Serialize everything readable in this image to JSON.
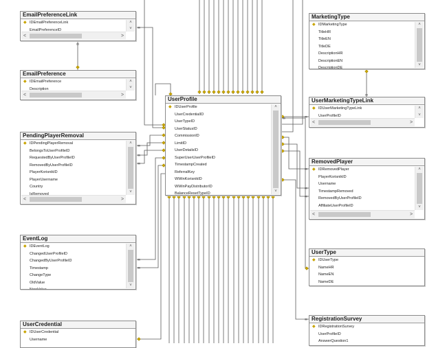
{
  "colors": {
    "connector": "#5a5a5a",
    "key_marker": "#c8a400",
    "header_bg": "#f4f4f4",
    "border": "#8a8a8a"
  },
  "tables": [
    {
      "id": "email-preference-link",
      "name": "EmailPreferenceLink",
      "columns": [
        {
          "name": "IDEmailPreferenceLink",
          "key": true
        },
        {
          "name": "EmailPreferenceID",
          "key": false
        }
      ]
    },
    {
      "id": "email-preference",
      "name": "EmailPreference",
      "columns": [
        {
          "name": "IDEmailPreference",
          "key": true
        },
        {
          "name": "Description",
          "key": false
        }
      ]
    },
    {
      "id": "pending-player-removal",
      "name": "PendingPlayerRemoval",
      "columns": [
        {
          "name": "IDPendingPlayerRemoval",
          "key": true
        },
        {
          "name": "BelongsToUserProfileID",
          "key": false
        },
        {
          "name": "RequestedByUserProfileID",
          "key": false
        },
        {
          "name": "RemovedByUserProfileID",
          "key": false
        },
        {
          "name": "PlayerKorisnikID",
          "key": false
        },
        {
          "name": "PlayerUsername",
          "key": false
        },
        {
          "name": "Country",
          "key": false
        },
        {
          "name": "IsRemoved",
          "key": false
        }
      ]
    },
    {
      "id": "event-log",
      "name": "EventLog",
      "columns": [
        {
          "name": "IDEventLog",
          "key": true
        },
        {
          "name": "ChangedUserProfileID",
          "key": false
        },
        {
          "name": "ChangedByUserProfileID",
          "key": false
        },
        {
          "name": "Timestamp",
          "key": false
        },
        {
          "name": "ChangeType",
          "key": false
        },
        {
          "name": "OldValue",
          "key": false
        },
        {
          "name": "NewValue",
          "key": false
        }
      ]
    },
    {
      "id": "user-credential",
      "name": "UserCredential",
      "columns": [
        {
          "name": "IDUserCredential",
          "key": true
        },
        {
          "name": "Username",
          "key": false
        },
        {
          "name": "",
          "key": false
        }
      ]
    },
    {
      "id": "user-profile",
      "name": "UserProfile",
      "columns": [
        {
          "name": "IDUserProfile",
          "key": true
        },
        {
          "name": "UserCredentialID",
          "key": false
        },
        {
          "name": "UserTypeID",
          "key": false
        },
        {
          "name": "UserStatusID",
          "key": false
        },
        {
          "name": "CommissionID",
          "key": false
        },
        {
          "name": "LimitID",
          "key": false
        },
        {
          "name": "UserDetailsID",
          "key": false
        },
        {
          "name": "SuperUserUserProfileID",
          "key": false
        },
        {
          "name": "TimestampCreated",
          "key": false
        },
        {
          "name": "ReferralKey",
          "key": false
        },
        {
          "name": "WWinKorisnikID",
          "key": false
        },
        {
          "name": "WWinPayDistributorID",
          "key": false
        },
        {
          "name": "BalanceResetTypeID",
          "key": false
        }
      ]
    },
    {
      "id": "marketing-type",
      "name": "MarketingType",
      "columns": [
        {
          "name": "IDMarketingType",
          "key": true
        },
        {
          "name": "TitleHR",
          "key": false
        },
        {
          "name": "TitleEN",
          "key": false
        },
        {
          "name": "TitleDE",
          "key": false
        },
        {
          "name": "DescriptionHR",
          "key": false
        },
        {
          "name": "DescriptionEN",
          "key": false
        },
        {
          "name": "DescriptionDE",
          "key": false
        }
      ]
    },
    {
      "id": "user-marketing-type-link",
      "name": "UserMarketingTypeLink",
      "columns": [
        {
          "name": "IDUserMarketingTypeLink",
          "key": true
        },
        {
          "name": "UserProfileID",
          "key": false
        }
      ]
    },
    {
      "id": "removed-player",
      "name": "RemovedPlayer",
      "columns": [
        {
          "name": "IDRemovedPlayer",
          "key": true
        },
        {
          "name": "PlayerKorisnikID",
          "key": false
        },
        {
          "name": "Username",
          "key": false
        },
        {
          "name": "TimestampRemoved",
          "key": false
        },
        {
          "name": "RemovedByUserProfileID",
          "key": false
        },
        {
          "name": "AffiliateUserProfileID",
          "key": false
        }
      ]
    },
    {
      "id": "user-type",
      "name": "UserType",
      "columns": [
        {
          "name": "IDUserType",
          "key": true
        },
        {
          "name": "NameHR",
          "key": false
        },
        {
          "name": "NameEN",
          "key": false
        },
        {
          "name": "NameDE",
          "key": false
        }
      ]
    },
    {
      "id": "registration-survey",
      "name": "RegistrationSurvey",
      "columns": [
        {
          "name": "IDRegistrationSurvey",
          "key": true
        },
        {
          "name": "UserProfileID",
          "key": false
        },
        {
          "name": "AnswerQuestion1",
          "key": false
        }
      ]
    }
  ]
}
